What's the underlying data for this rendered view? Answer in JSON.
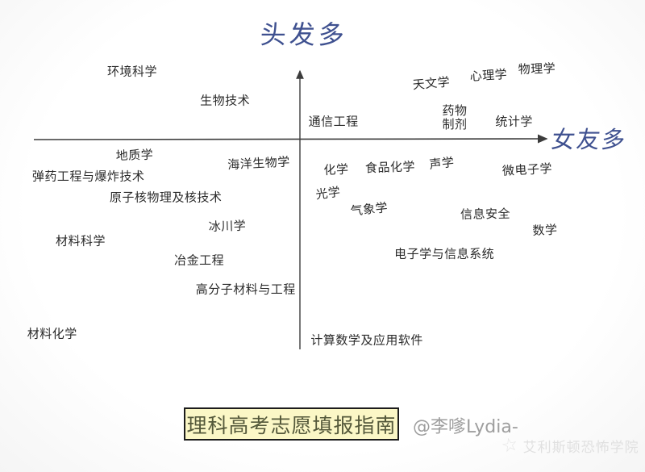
{
  "chart_data": {
    "type": "scatter",
    "title": "理科高考志愿填报指南",
    "x_axis_label": "女友多",
    "y_axis_label": "头发多",
    "axis_label_color": "#3f5190",
    "axis_line_color": "#3c3c3c",
    "x_range": [
      -1,
      1
    ],
    "y_range": [
      -1,
      1
    ],
    "grid": false,
    "points": [
      {
        "label": "环境科学",
        "x": -0.65,
        "y": 0.32,
        "rot": 0
      },
      {
        "label": "生物技术",
        "x": -0.29,
        "y": 0.18,
        "rot": 0
      },
      {
        "label": "通信工程",
        "x": 0.13,
        "y": 0.08,
        "rot": 0
      },
      {
        "label": "天文学",
        "x": 0.51,
        "y": 0.26,
        "rot": -5
      },
      {
        "label": "心理学",
        "x": 0.73,
        "y": 0.3,
        "rot": -4
      },
      {
        "label": "物理学",
        "x": 0.92,
        "y": 0.33,
        "rot": -2
      },
      {
        "label": "药物\n制剂",
        "x": 0.6,
        "y": 0.1,
        "rot": 0
      },
      {
        "label": "统计学",
        "x": 0.83,
        "y": 0.08,
        "rot": 0
      },
      {
        "label": "地质学",
        "x": -0.64,
        "y": -0.08,
        "rot": -2
      },
      {
        "label": "海洋生物学",
        "x": -0.16,
        "y": -0.12,
        "rot": -3
      },
      {
        "label": "弹药工程与爆炸技术",
        "x": -0.82,
        "y": -0.18,
        "rot": 0
      },
      {
        "label": "原子核物理及核技术",
        "x": -0.52,
        "y": -0.28,
        "rot": 0
      },
      {
        "label": "冰川学",
        "x": -0.28,
        "y": -0.42,
        "rot": -2
      },
      {
        "label": "材料科学",
        "x": -0.85,
        "y": -0.49,
        "rot": 0
      },
      {
        "label": "冶金工程",
        "x": -0.39,
        "y": -0.58,
        "rot": 0
      },
      {
        "label": "高分子材料与工程",
        "x": -0.21,
        "y": -0.72,
        "rot": 0
      },
      {
        "label": "材料化学",
        "x": -0.96,
        "y": -0.93,
        "rot": 0
      },
      {
        "label": "化学",
        "x": 0.14,
        "y": -0.15,
        "rot": -3
      },
      {
        "label": "食品化学",
        "x": 0.35,
        "y": -0.14,
        "rot": -2
      },
      {
        "label": "声学",
        "x": 0.55,
        "y": -0.12,
        "rot": -6
      },
      {
        "label": "微电子学",
        "x": 0.88,
        "y": -0.15,
        "rot": -3
      },
      {
        "label": "光学",
        "x": 0.11,
        "y": -0.26,
        "rot": -8
      },
      {
        "label": "气象学",
        "x": 0.27,
        "y": -0.34,
        "rot": -6
      },
      {
        "label": "信息安全",
        "x": 0.72,
        "y": -0.36,
        "rot": -1
      },
      {
        "label": "数学",
        "x": 0.95,
        "y": -0.44,
        "rot": -3
      },
      {
        "label": "电子学与信息系统",
        "x": 0.56,
        "y": -0.55,
        "rot": 0
      },
      {
        "label": "计算数学及应用软件",
        "x": 0.26,
        "y": -0.96,
        "rot": 0
      }
    ]
  },
  "footer": {
    "title": "理科高考志愿填报指南",
    "box_bg": "#fbf7c6",
    "box_border": "#1c1c1c",
    "text_color": "#54583a"
  },
  "watermarks": {
    "handle": "@李嗲Lydia-",
    "studio": "艾利斯顿恐怖学院",
    "star_icon": "☆"
  }
}
